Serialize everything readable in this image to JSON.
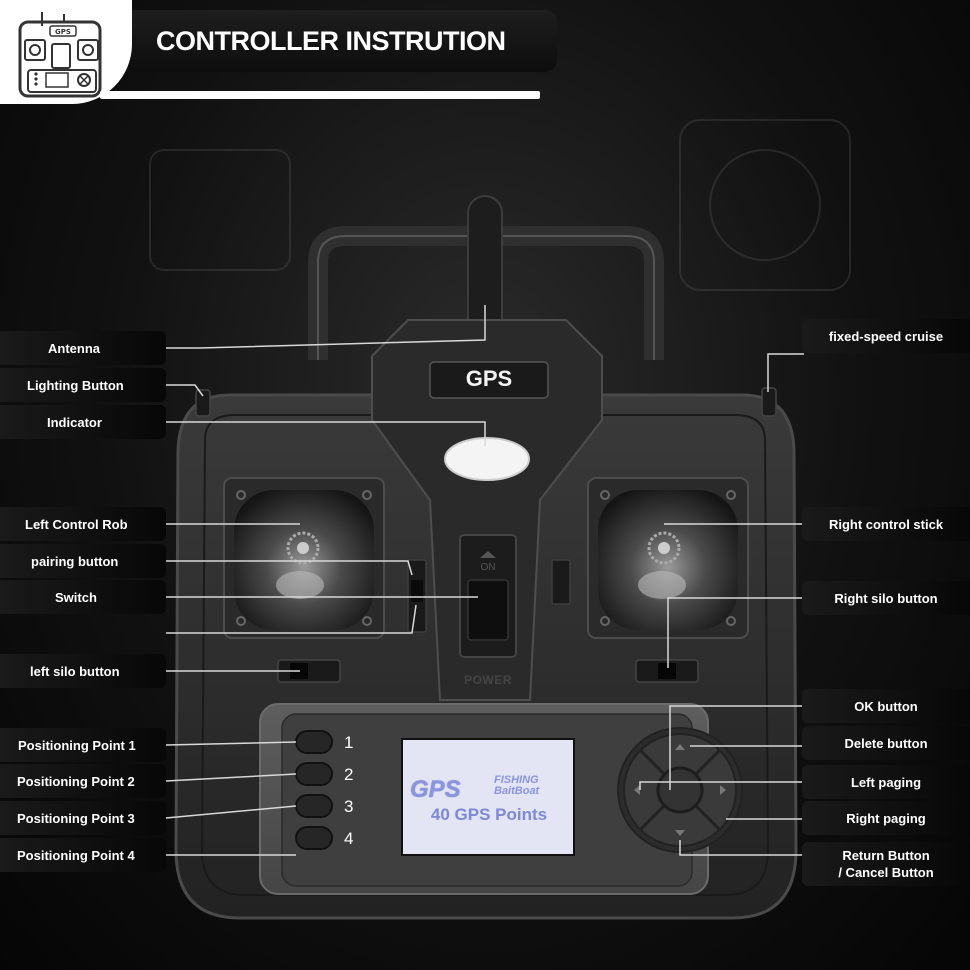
{
  "header": {
    "title": "CONTROLLER INSTRUTION",
    "logo_text": "GPS"
  },
  "device": {
    "badge": "GPS",
    "power_label": "POWER",
    "switch_on_label": "ON",
    "positioning_numbers": [
      "1",
      "2",
      "3",
      "4"
    ],
    "screen": {
      "brand": "GPS",
      "brand_sub_1": "FISHING",
      "brand_sub_2": "BaitBoat",
      "caption": "40 GPS Points"
    }
  },
  "labels_left": [
    "Antenna",
    "Lighting Button",
    "Indicator",
    "Left Control Rob",
    "pairing button",
    "Switch",
    "left silo button",
    "Positioning Point 1",
    "Positioning Point 2",
    "Positioning Point 3",
    "Positioning Point 4"
  ],
  "labels_right": [
    "fixed-speed cruise",
    "Right control stick",
    "Right silo button",
    "OK button",
    "Delete button",
    "Left paging",
    "Right paging"
  ],
  "label_return": {
    "line1": "Return Button",
    "line2": "/ Cancel Button"
  },
  "colors": {
    "background": "#0a0a0a",
    "device_body": "#2c2c2c",
    "screen": "#e2e4f3",
    "screen_text": "#8a95e0"
  }
}
